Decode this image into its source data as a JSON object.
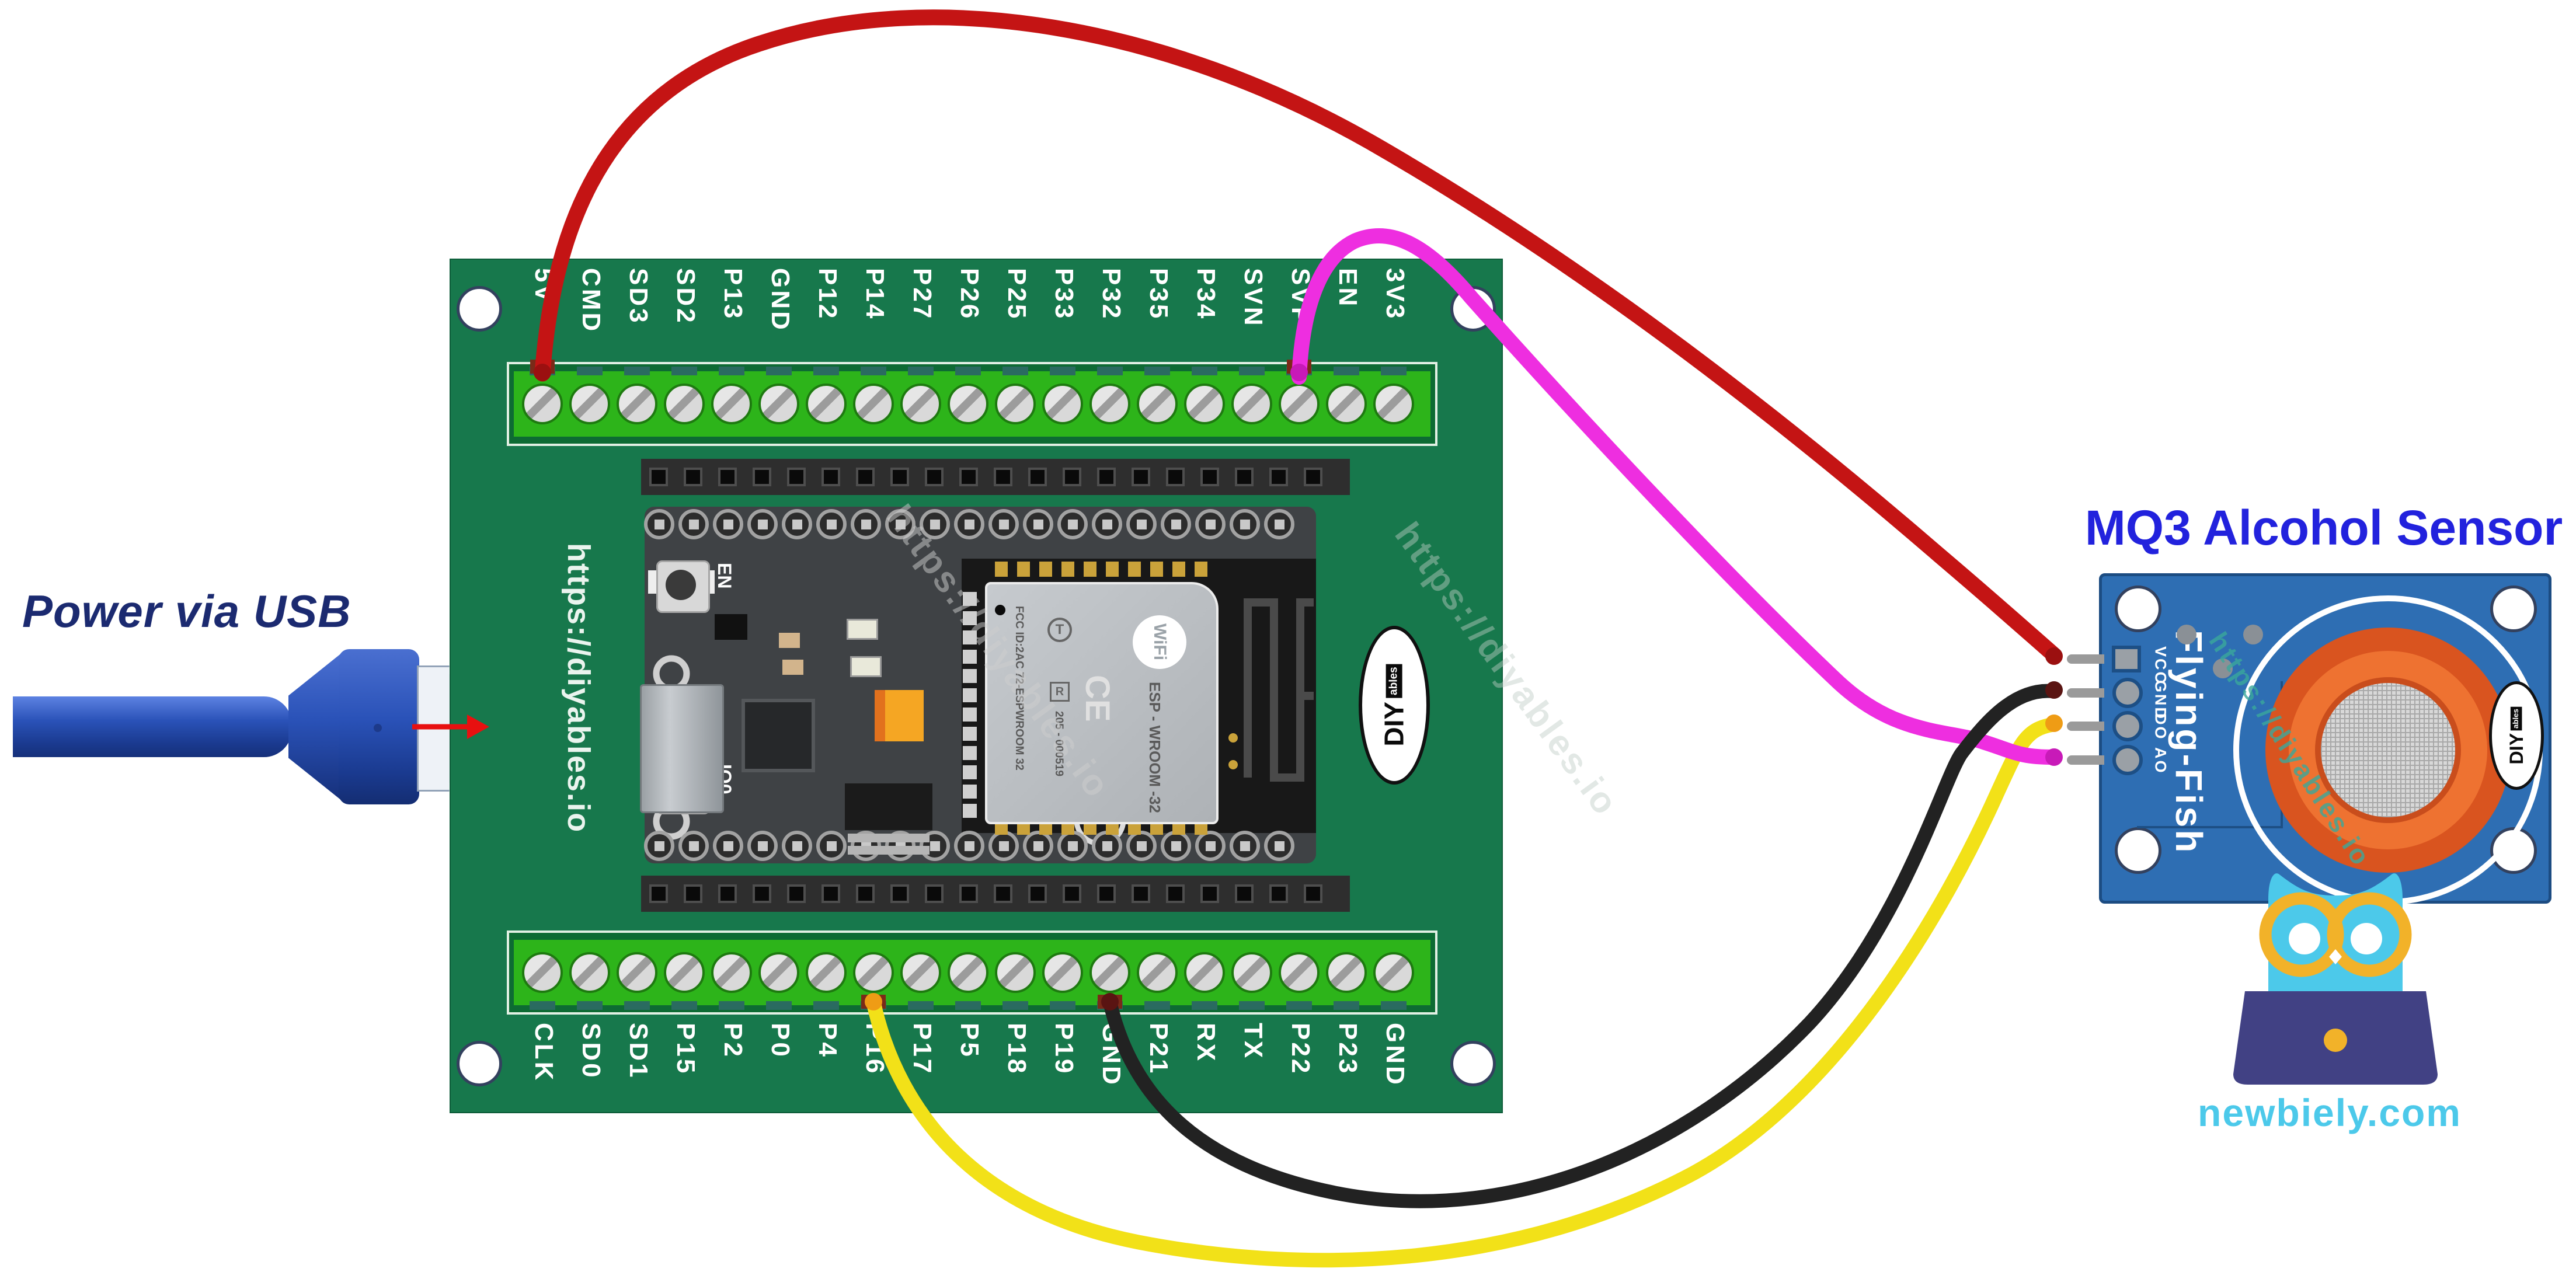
{
  "title": "MQ3 Alcohol Sensor",
  "power_label": "Power via USB",
  "brand": {
    "site": "newbiely.com",
    "diyables_url": "https://diyables.io",
    "diy_logo": {
      "line1": "DIY",
      "line2": "ables"
    }
  },
  "esp32_board": {
    "top_pins": [
      "5V",
      "CMD",
      "SD3",
      "SD2",
      "P13",
      "GND",
      "P12",
      "P14",
      "P27",
      "P26",
      "P25",
      "P33",
      "P32",
      "P35",
      "P34",
      "SVN",
      "SVP",
      "EN",
      "3V3"
    ],
    "bottom_pins": [
      "CLK",
      "SD0",
      "SD1",
      "P15",
      "P2",
      "P0",
      "P4",
      "P16",
      "P17",
      "P5",
      "P18",
      "P19",
      "GND",
      "P21",
      "RX",
      "TX",
      "P22",
      "P23",
      "GND"
    ],
    "en_button": "EN",
    "io0_button": "IO0",
    "module": {
      "wifi_logo": "WiFi",
      "name": "ESP - WROOM -32",
      "fcc_line": "FCC ID:2AC 72-ESPWROOM 32",
      "serial": "205 - 000519",
      "ce_mark": "CE",
      "reg_mark": "R",
      "cert_mark": "T"
    }
  },
  "sensor": {
    "pins": [
      "VCC",
      "GND",
      "DO",
      "AO"
    ],
    "brand": "Flying-Fish"
  },
  "wires": [
    {
      "name": "red-wire",
      "esp32_row": "top",
      "esp32_pin": "5V",
      "sensor_pin": "VCC",
      "color": "#c41414",
      "tip": "#9b1010"
    },
    {
      "name": "magenta-wire",
      "esp32_row": "top",
      "esp32_pin": "SVP",
      "sensor_pin": "AO",
      "color": "#ee2ee0",
      "tip": "#c81ab8"
    },
    {
      "name": "yellow-wire",
      "esp32_row": "bottom",
      "esp32_pin": "P16",
      "sensor_pin": "DO",
      "color": "#f2e118",
      "tip": "#ef9c15"
    },
    {
      "name": "black-wire",
      "esp32_row": "bottom",
      "esp32_pin": "GND",
      "sensor_pin": "GND",
      "color": "#222222",
      "tip": "#5a1412"
    }
  ],
  "colors": {
    "board_green": "#17784c",
    "strip_green": "#2db41a",
    "sensor_blue": "#2e6eb3",
    "sensor_orange": "#d9541f",
    "title_blue": "#2222dd",
    "brand_cyan": "#4cc9ea",
    "arrow_red": "#e81010"
  }
}
